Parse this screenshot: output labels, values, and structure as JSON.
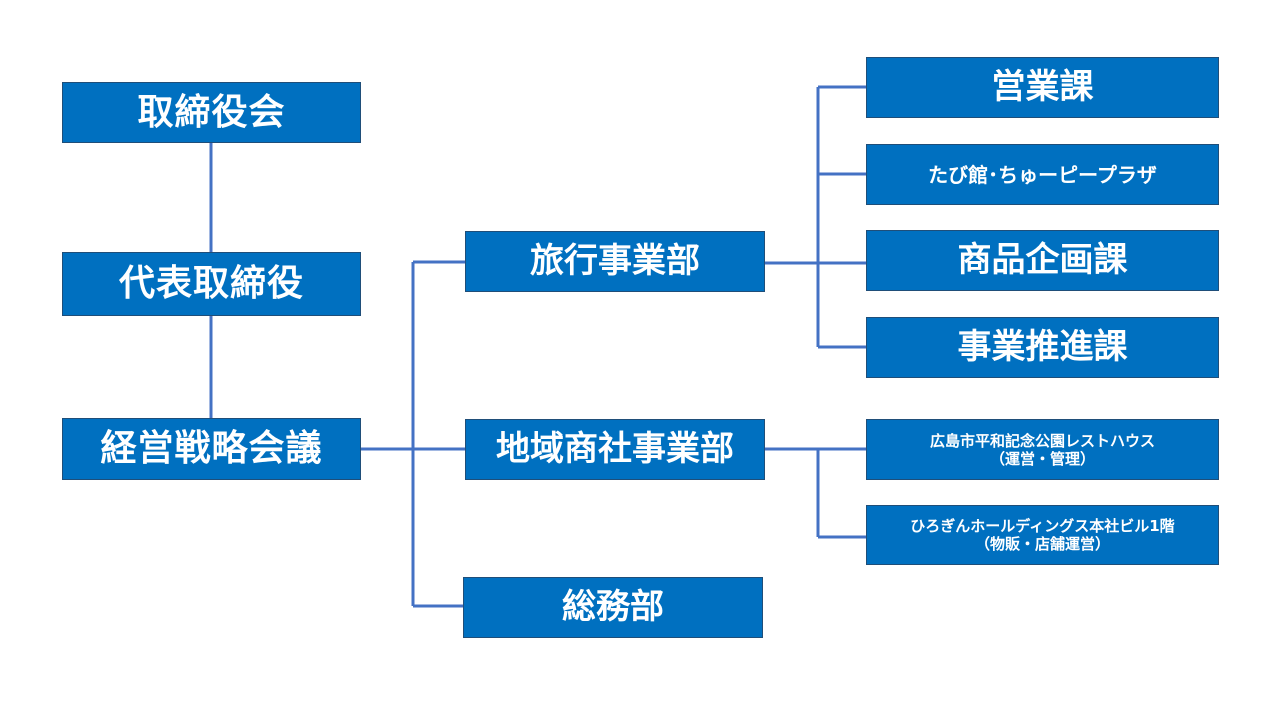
{
  "org": {
    "board": "取締役会",
    "ceo": "代表取締役",
    "council": "経営戦略会議",
    "departments": {
      "travel": "旅行事業部",
      "regional": "地域商社事業部",
      "admin": "総務部"
    },
    "travel_sections": {
      "sales": "営業課",
      "tabikan": "たび館･ちゅーピープラザ",
      "product": "商品企画課",
      "bizpromo": "事業推進課"
    },
    "regional_sections": {
      "resthouse": {
        "line1": "広島市平和記念公園レストハウス",
        "line2": "（運営・管理）"
      },
      "hirogin": {
        "line1": "ひろぎんホールディングス本社ビル1階",
        "line2": "（物販・店舗運営）"
      }
    }
  },
  "colors": {
    "box_fill": "#0070c0",
    "box_border": "#1f4e79",
    "connector": "#4472c4",
    "text": "#ffffff"
  }
}
